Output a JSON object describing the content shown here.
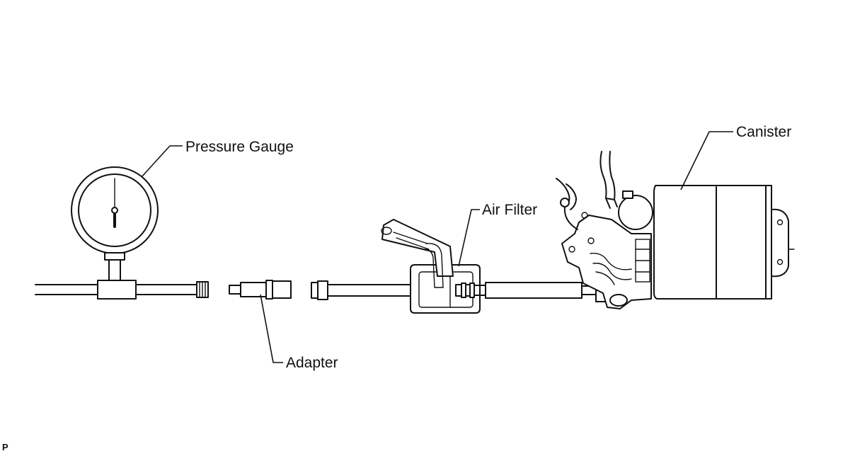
{
  "labels": {
    "pressure_gauge": "Pressure Gauge",
    "air_filter": "Air Filter",
    "canister": "Canister",
    "adapter": "Adapter"
  },
  "corner_mark": "P",
  "colors": {
    "line": "#111111",
    "background": "#ffffff"
  }
}
